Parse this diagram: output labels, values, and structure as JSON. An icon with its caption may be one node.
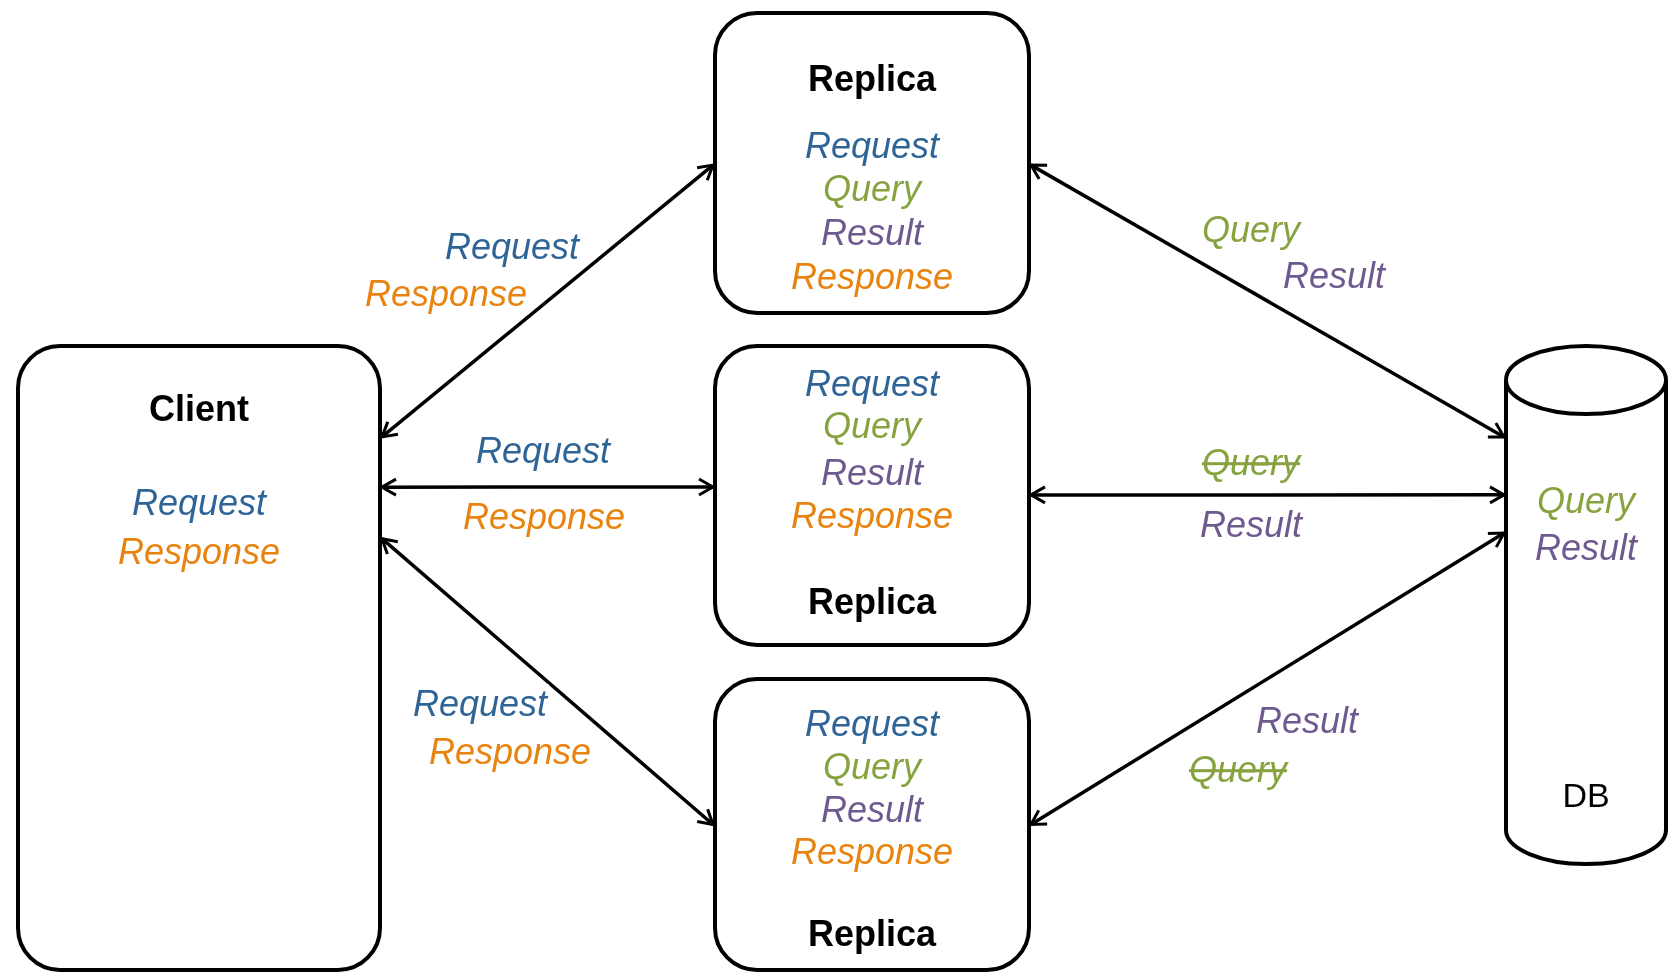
{
  "diagram": {
    "nodes": [
      {
        "text": [
          "Client",
          "Request",
          "Response"
        ]
      },
      {
        "text": [
          "Replica",
          "Request",
          "Query",
          "Result",
          "Response"
        ]
      },
      {
        "text": [
          "Request",
          "Query",
          "Result",
          "Response",
          "Replica"
        ]
      },
      {
        "text": [
          "Request",
          "Query",
          "Result",
          "Response",
          "Replica"
        ]
      },
      {
        "text": [
          "Query",
          "Result",
          "DB"
        ]
      }
    ],
    "edges": [
      {
        "from": 0,
        "to": 1,
        "arrow": "both"
      },
      {
        "from": 0,
        "to": 2,
        "arrow": "both"
      },
      {
        "from": 0,
        "to": 3,
        "arrow": "both"
      },
      {
        "from": 1,
        "to": 4,
        "arrow": "both"
      },
      {
        "from": 2,
        "to": 4,
        "arrow": "both"
      },
      {
        "from": 3,
        "to": 4,
        "arrow": "both"
      }
    ],
    "labels": [
      "Request",
      "Response",
      "Query",
      "Result",
      "Request",
      "Query",
      "Response",
      "Result",
      "Request",
      "Result",
      "Response",
      "Query"
    ]
  }
}
